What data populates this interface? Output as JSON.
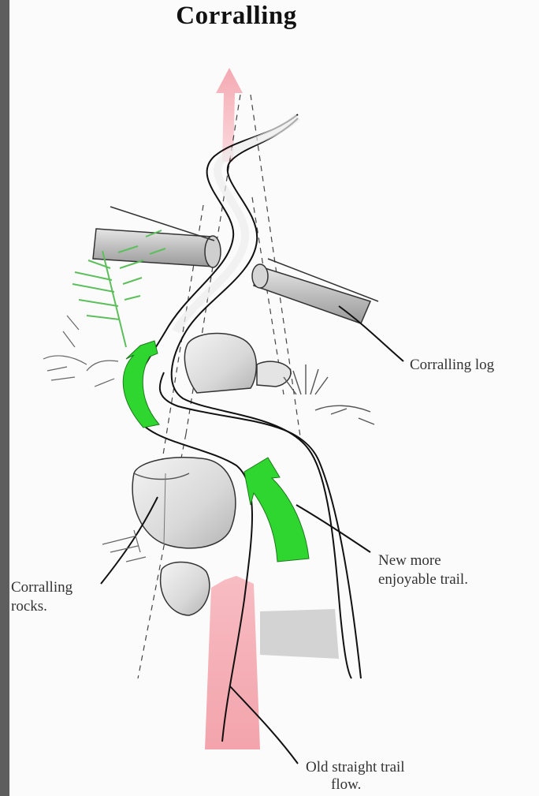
{
  "diagram": {
    "title": "Corralling",
    "labels": {
      "corralling_logs": "Corralling log",
      "new_trail_line1": "New more",
      "new_trail_line2": "enjoyable trail.",
      "corralling_rocks_line1": "Corralling",
      "corralling_rocks_line2": "rocks.",
      "old_trail_line1": "Old straight trail",
      "old_trail_line2": "flow."
    },
    "colors": {
      "old_flow_arrow": "#f3a9b0",
      "new_flow_arrow": "#2fd62f",
      "vegetation": "#5cbf5c",
      "background": "#fbfbfb",
      "frame": "#5e5e5e"
    }
  }
}
